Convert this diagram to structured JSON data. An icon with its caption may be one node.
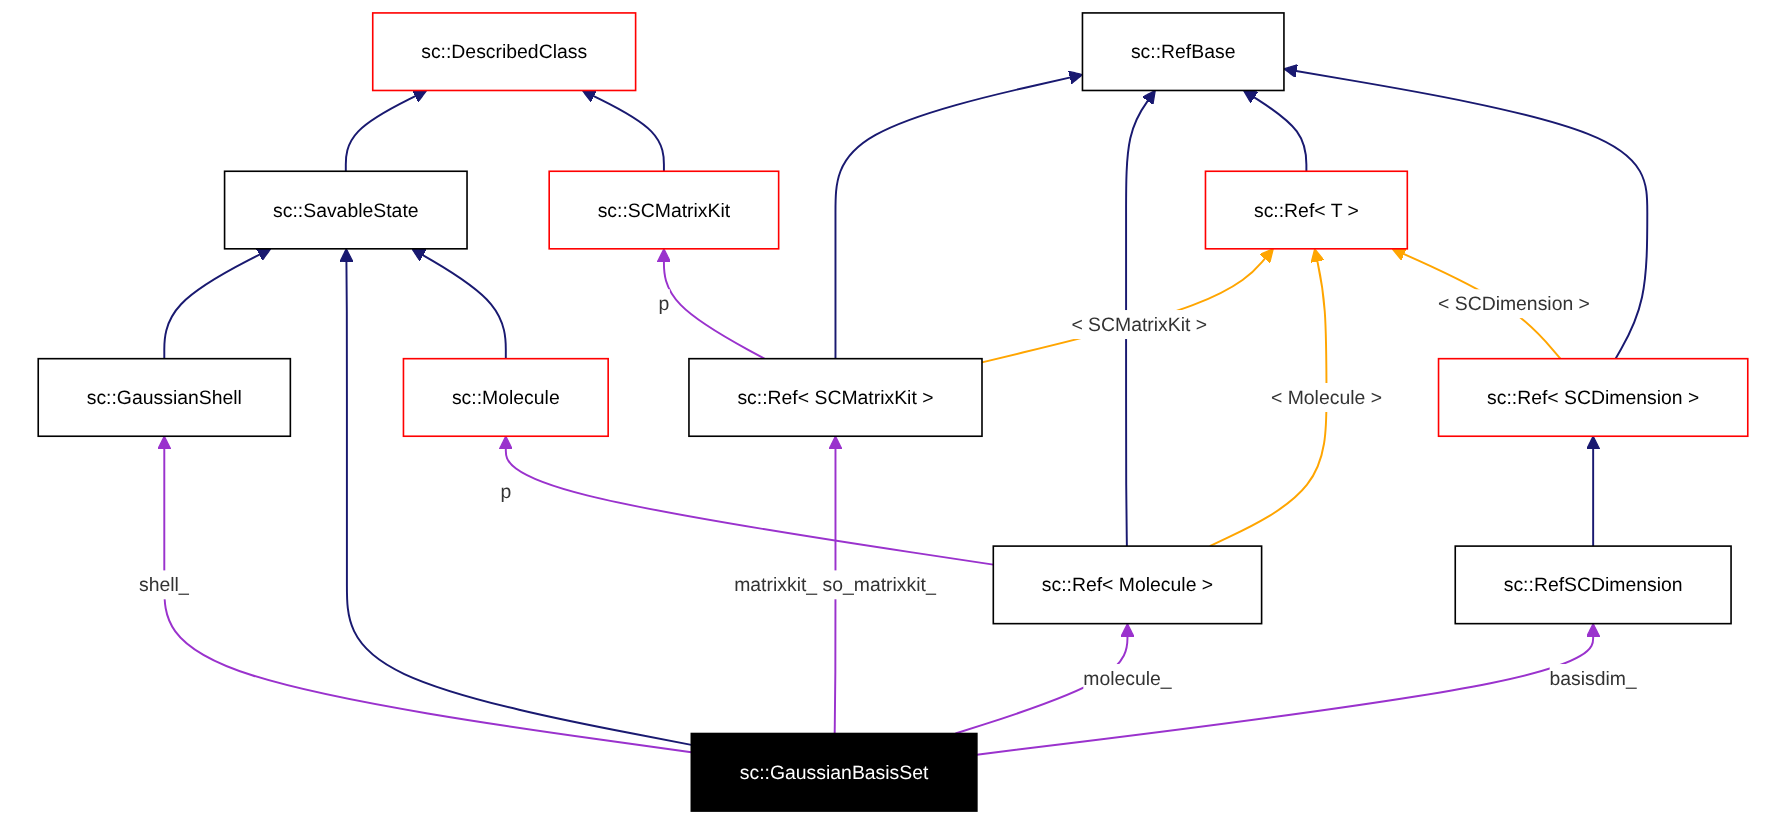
{
  "diagram": {
    "nodes": [
      {
        "text": [
          "sc::DescribedClass"
        ]
      },
      {
        "text": [
          "sc::RefBase"
        ]
      },
      {
        "text": [
          "sc::SavableState"
        ]
      },
      {
        "text": [
          "sc::SCMatrixKit"
        ]
      },
      {
        "text": [
          "sc::Ref< T >"
        ]
      },
      {
        "text": [
          "sc::Molecule"
        ]
      },
      {
        "text": [
          "sc::Ref< SCMatrixKit >"
        ]
      },
      {
        "text": [
          "sc::Ref< SCDimension >"
        ]
      },
      {
        "text": [
          "sc::GaussianShell"
        ]
      },
      {
        "text": [
          "sc::Ref< Molecule >"
        ]
      },
      {
        "text": [
          "sc::RefSCDimension"
        ]
      },
      {
        "text": [
          "sc::GaussianBasisSet"
        ]
      }
    ],
    "edges": [
      {
        "from": 2,
        "to": 0,
        "arrow": "to"
      },
      {
        "from": 3,
        "to": 0,
        "arrow": "to"
      },
      {
        "from": 6,
        "to": 1,
        "arrow": "to"
      },
      {
        "from": 9,
        "to": 1,
        "arrow": "to"
      },
      {
        "from": 4,
        "to": 1,
        "arrow": "to"
      },
      {
        "from": 7,
        "to": 1,
        "arrow": "to"
      },
      {
        "from": 8,
        "to": 2,
        "arrow": "to"
      },
      {
        "from": 11,
        "to": 2,
        "arrow": "to"
      },
      {
        "from": 5,
        "to": 2,
        "arrow": "to"
      },
      {
        "from": 6,
        "to": 3,
        "arrow": "to",
        "label": "p",
        "color": "#9a32cd"
      },
      {
        "from": 6,
        "to": 4,
        "arrow": "to",
        "label": "< SCMatrixKit >",
        "color": "#ffa500"
      },
      {
        "from": 9,
        "to": 4,
        "arrow": "to",
        "label": "< Molecule >",
        "color": "#ffa500"
      },
      {
        "from": 7,
        "to": 4,
        "arrow": "to",
        "label": "< SCDimension >",
        "color": "#ffa500"
      },
      {
        "from": 9,
        "to": 5,
        "arrow": "to",
        "label": "p",
        "color": "#9a32cd"
      },
      {
        "from": 10,
        "to": 7,
        "arrow": "to"
      },
      {
        "from": 11,
        "to": 8,
        "arrow": "to",
        "label": "shell_",
        "color": "#9a32cd"
      },
      {
        "from": 11,
        "to": 6,
        "arrow": "to",
        "label": "matrixkit_ so_matrixkit_",
        "color": "#9a32cd"
      },
      {
        "from": 11,
        "to": 9,
        "arrow": "to",
        "label": "molecule_",
        "color": "#9a32cd"
      },
      {
        "from": 11,
        "to": 10,
        "arrow": "to",
        "label": "basisdim_",
        "color": "#9a32cd"
      }
    ]
  }
}
